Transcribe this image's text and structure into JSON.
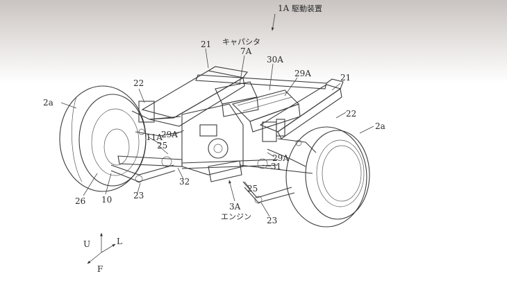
{
  "title": {
    "number": "1A",
    "jp": "駆動装置"
  },
  "labels": {
    "capacitor": "キャパシタ",
    "c7A": "7A",
    "c30A": "30A",
    "c29A_top": "29A",
    "c21_left": "21",
    "c21_right": "21",
    "c22_left": "22",
    "c22_right": "22",
    "c2a_left": "2a",
    "c2a_right": "2a",
    "c29A_left": "29A",
    "c11A": "11A",
    "c25_left": "25",
    "c25_right": "25",
    "c29A_right": "29A",
    "c31": "31",
    "c32": "32",
    "c23_left": "23",
    "c23_right": "23",
    "c26": "26",
    "c10": "10",
    "c3A": "3A",
    "engine": "エンジン"
  },
  "axes": {
    "up": "U",
    "left": "L",
    "front": "F"
  }
}
